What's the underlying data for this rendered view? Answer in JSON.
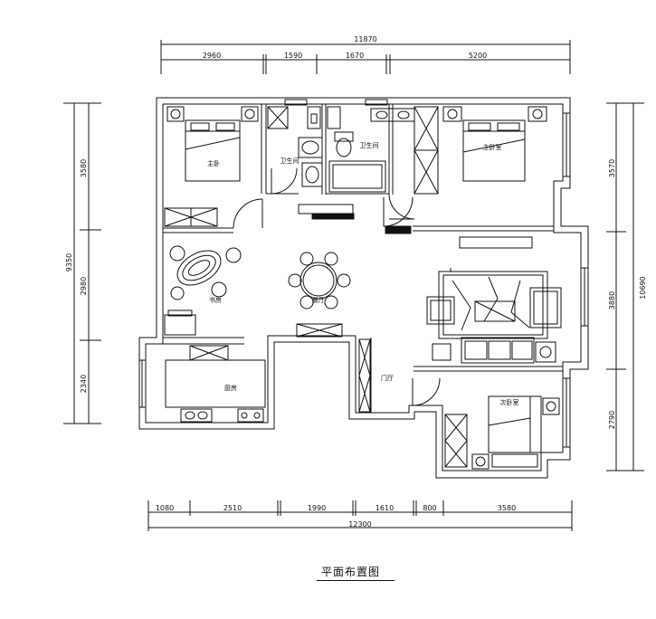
{
  "plan": {
    "title": "平面布置图",
    "top_total": "11870",
    "top_segments": [
      "2960",
      "1590",
      "1670",
      "5200"
    ],
    "bottom_total": "12300",
    "bottom_segments": [
      "1080",
      "2510",
      "1990",
      "1610",
      "800",
      "3580"
    ],
    "left_total": "9350",
    "left_segments": [
      "3580",
      "2980",
      "2340"
    ],
    "right_total": "10690",
    "right_segments": [
      "3570",
      "3880",
      "2790"
    ],
    "rooms": {
      "bedroom_left": "主卧",
      "bathroom_a": "卫生间",
      "bathroom_b": "卫生间",
      "bedroom_right": "主卧室",
      "dining": "餐厅",
      "study": "书房",
      "kitchen": "厨房",
      "hall": "门厅",
      "bedroom_bottom": "次卧室"
    }
  }
}
